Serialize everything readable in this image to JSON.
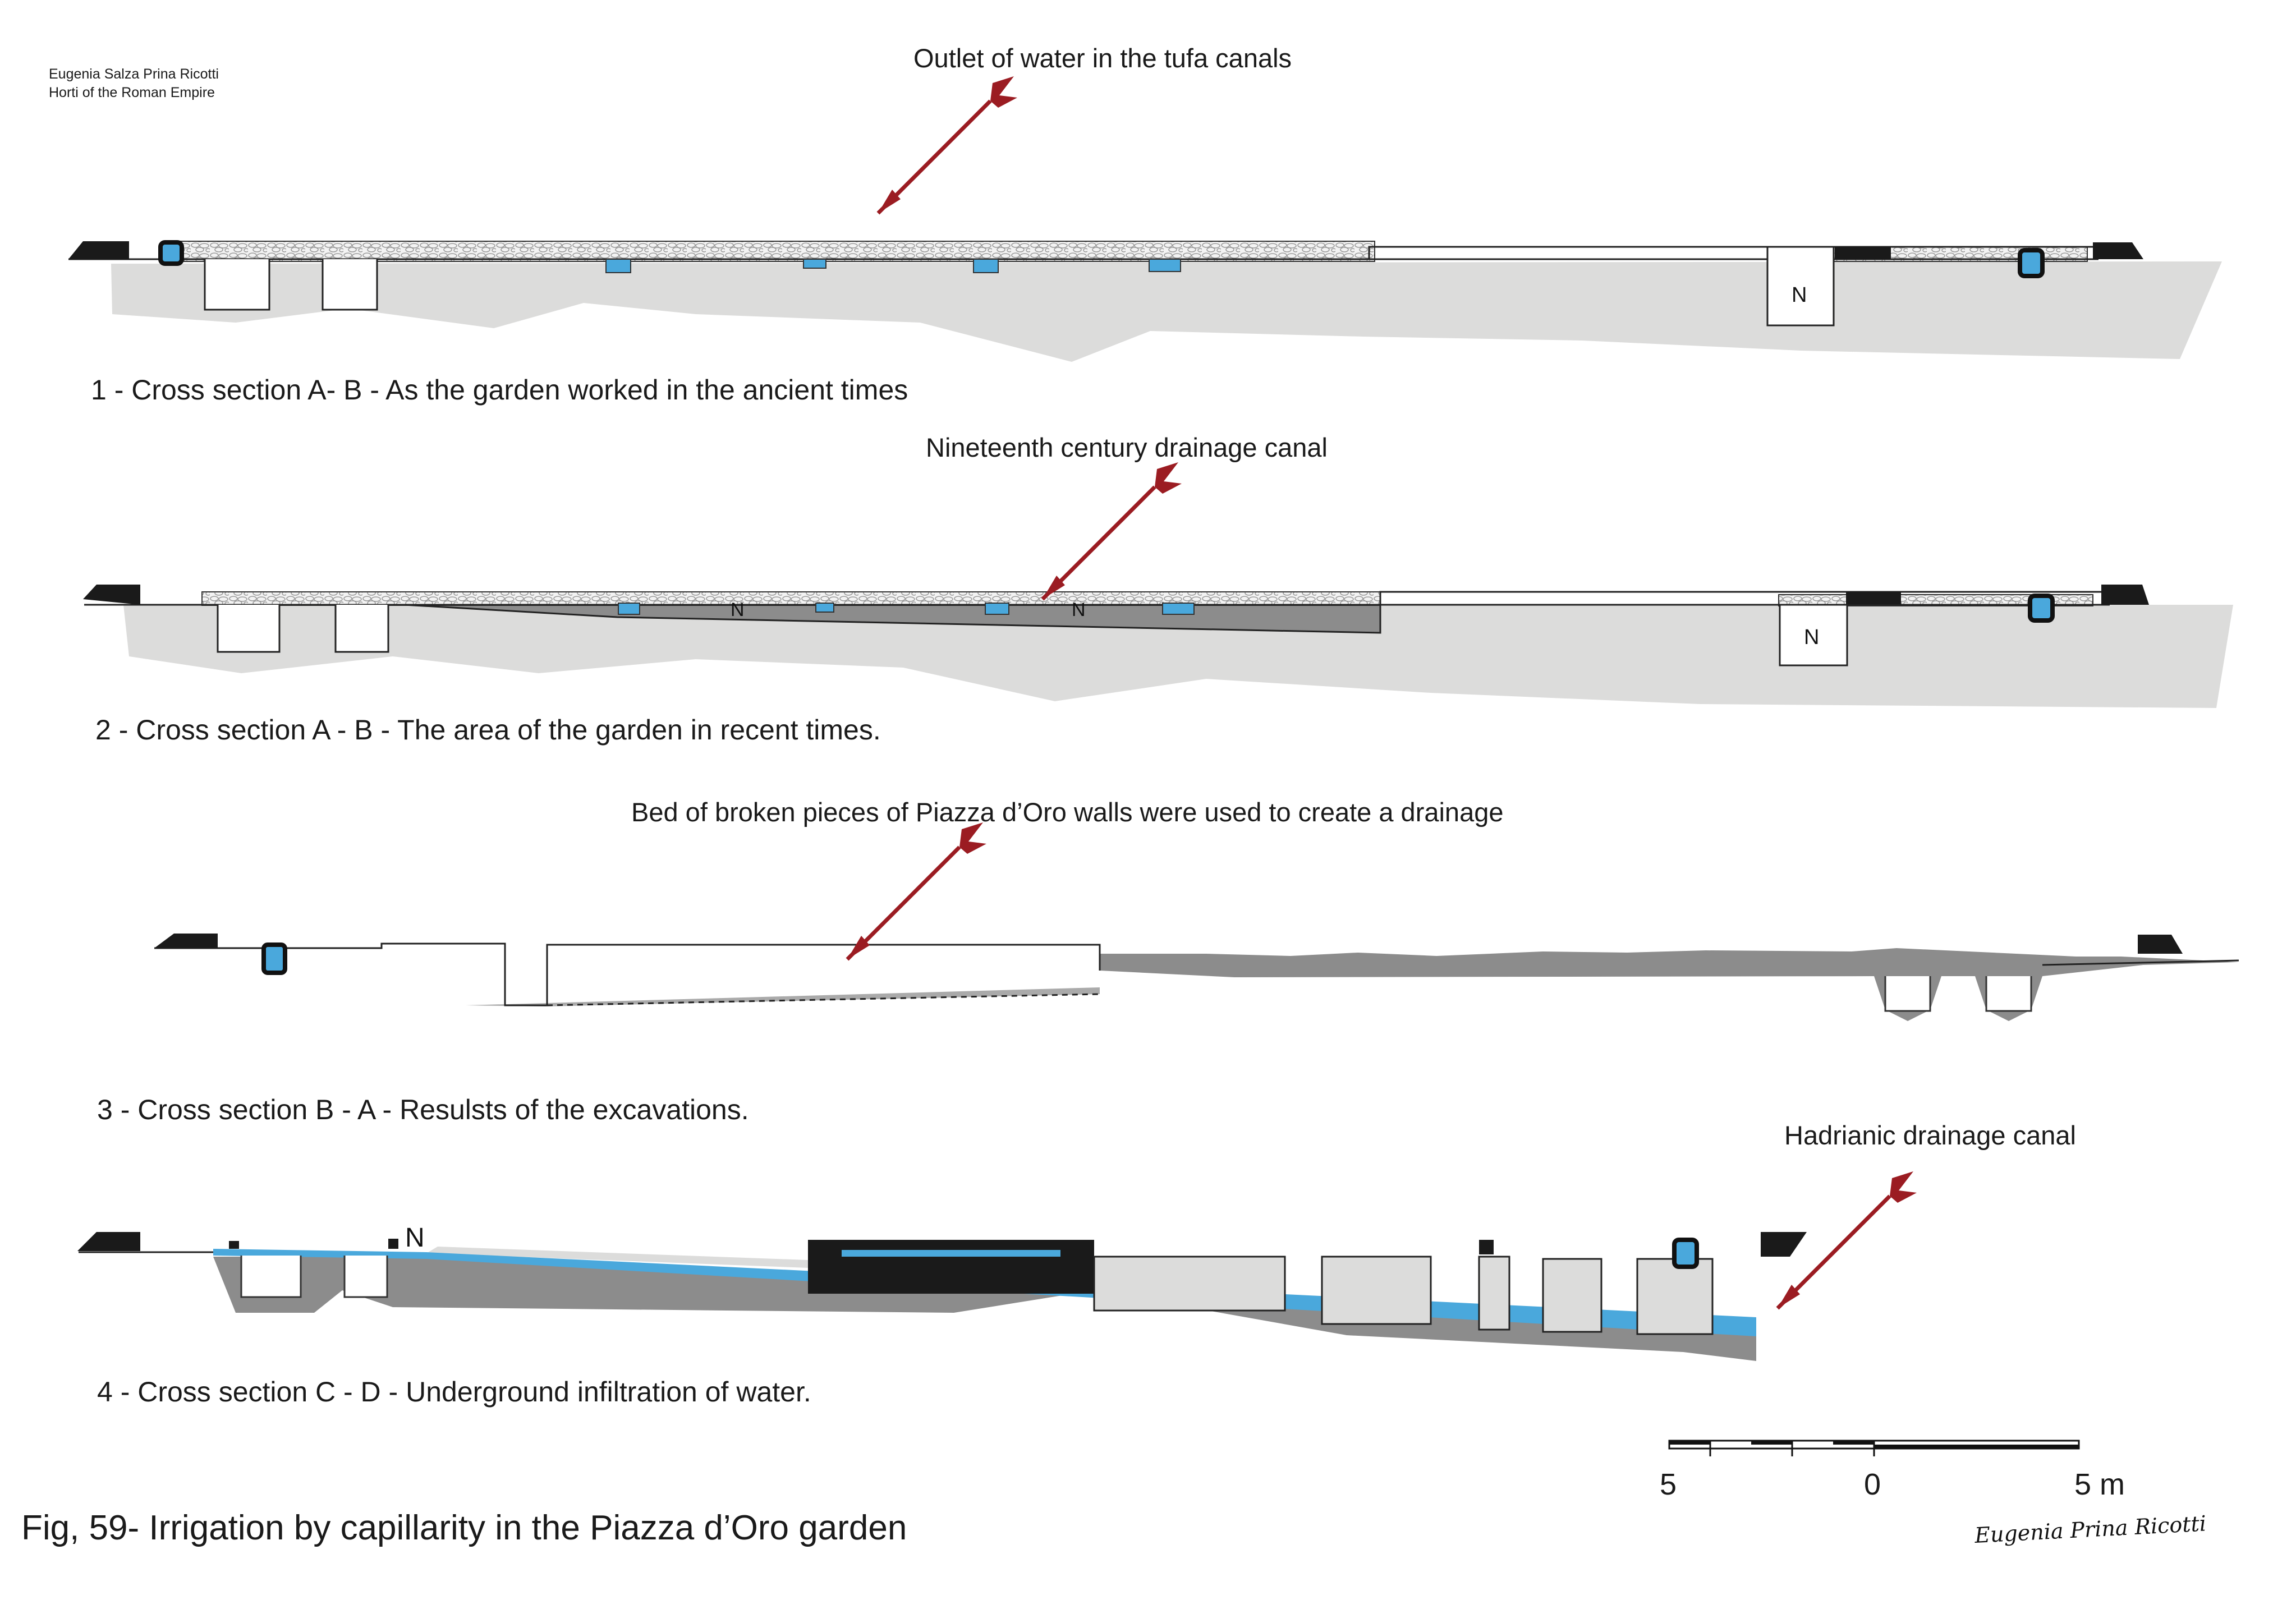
{
  "credit": {
    "line1": "Eugenia Salza Prina Ricotti",
    "line2": "Horti of the Roman Empire"
  },
  "sections": [
    {
      "annotation": "Outlet of water in the tufa canals",
      "caption": "1 - Cross section A- B - As the garden  worked in the ancient times",
      "marker": "N"
    },
    {
      "annotation": "Nineteenth century drainage canal",
      "caption": "2 - Cross section A - B -  The area of the garden in recent times.",
      "markers": [
        "N",
        "N",
        "N"
      ]
    },
    {
      "annotation": "Bed of broken pieces of Piazza d’Oro walls were used to create a drainage",
      "caption": "3 - Cross section B - A - Resulsts of the excavations."
    },
    {
      "annotation": "Hadrianic drainage canal",
      "caption": "4 - Cross section C - D - Underground infiltration of water.",
      "marker": "N"
    }
  ],
  "scale": {
    "labels": [
      "5",
      "0",
      "5 m"
    ]
  },
  "figure_caption": "Fig, 59- Irrigation by  capillarity in the Piazza d’Oro garden",
  "signature": "Eugenia Prina Ricotti",
  "colors": {
    "ground": "#dcdcdb",
    "dark_fill": "#8c8c8c",
    "water": "#4aa8dc",
    "wall": "#1a1a1a",
    "arrow": "#9b1c22"
  }
}
